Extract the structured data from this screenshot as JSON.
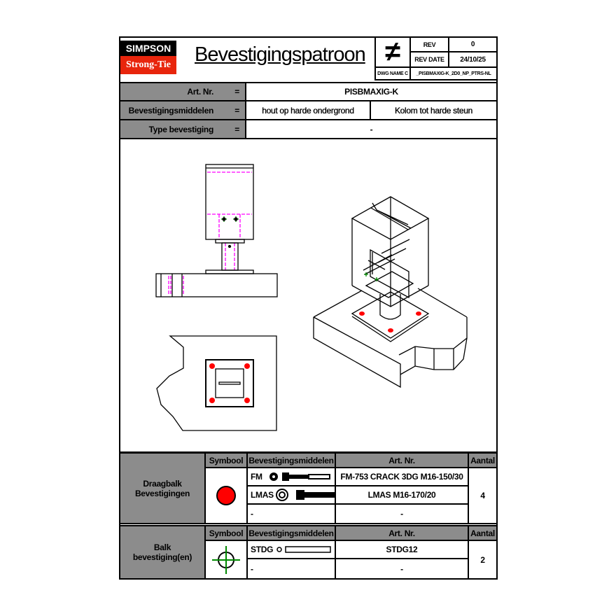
{
  "header": {
    "logo_top": "SIMPSON",
    "logo_bottom": "Strong-Tie",
    "title": "Bevestigingspatroon",
    "symbol_icon": "not-equal-icon",
    "rev_label": "REV",
    "rev_value": "0",
    "rev_date_label": "REV DATE",
    "rev_date_value": "24/10/25",
    "dwg_name_label": "DWG NAME C",
    "dwg_name_value": "_PISBMAXIG-K_2D0_NP_PTRS-NL"
  },
  "info": {
    "art_nr_label": "Art. Nr.",
    "art_nr_value": "PISBMAXIG-K",
    "middelen_label": "Bevestigingsmiddelen",
    "middelen_value_1": "hout op harde ondergrond",
    "middelen_value_2": "Kolom tot harde steun",
    "type_label": "Type bevestiging",
    "type_value": "-",
    "equals": "="
  },
  "section1": {
    "title": "Draagbalk Bevestigingen",
    "col_symbol": "Symbool",
    "col_middelen": "Bevestigingsmiddelen",
    "col_art": "Art. Nr.",
    "col_aantal": "Aantal",
    "symbol_color": "#ff0000",
    "rows": [
      {
        "code": "FM",
        "art": "FM-753 CRACK 3DG M16-150/30"
      },
      {
        "code": "LMAS",
        "art": "LMAS M16-170/20"
      },
      {
        "code": "-",
        "art": "-"
      }
    ],
    "aantal": "4"
  },
  "section2": {
    "title": "Balk bevestiging(en)",
    "col_symbol": "Symbool",
    "col_middelen": "Bevestigingsmiddelen",
    "col_art": "Art. Nr.",
    "col_aantal": "Aantal",
    "symbol_color": "#008000",
    "rows": [
      {
        "code": "STDG",
        "art": "STDG12"
      },
      {
        "code": "-",
        "art": "-"
      }
    ],
    "aantal": "2"
  },
  "colors": {
    "gray": "#8c8c8c",
    "logo_red": "#e8250c",
    "dashed": "#ff00ff"
  }
}
